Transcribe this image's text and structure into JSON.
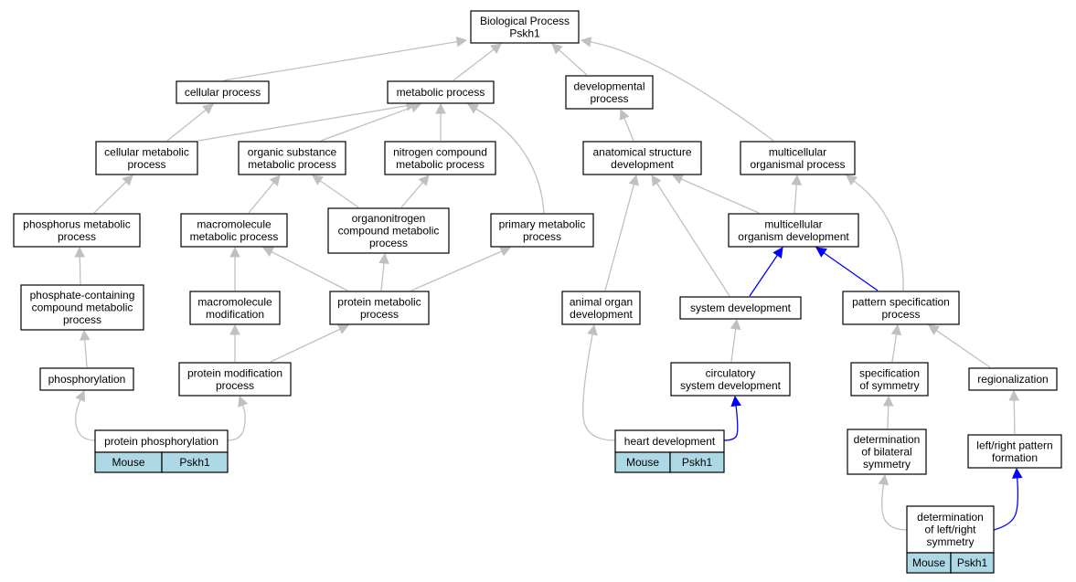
{
  "diagram": {
    "root": {
      "lines": [
        "Biological Process",
        "Pskh1"
      ]
    },
    "nodes": {
      "cellular_process": [
        "cellular process"
      ],
      "metabolic_process": [
        "metabolic process"
      ],
      "developmental_process": [
        "developmental",
        "process"
      ],
      "cellular_metabolic_process": [
        "cellular metabolic",
        "process"
      ],
      "organic_substance_metabolic_process": [
        "organic substance",
        "metabolic process"
      ],
      "nitrogen_compound_metabolic_process": [
        "nitrogen compound",
        "metabolic process"
      ],
      "anatomical_structure_development": [
        "anatomical structure",
        "development"
      ],
      "multicellular_organismal_process": [
        "multicellular",
        "organismal process"
      ],
      "phosphorus_metabolic_process": [
        "phosphorus metabolic",
        "process"
      ],
      "macromolecule_metabolic_process": [
        "macromolecule",
        "metabolic process"
      ],
      "organonitrogen_compound_metabolic_process": [
        "organonitrogen",
        "compound metabolic",
        "process"
      ],
      "primary_metabolic_process": [
        "primary metabolic",
        "process"
      ],
      "multicellular_organism_development": [
        "multicellular",
        "organism development"
      ],
      "phosphate_containing_compound_metabolic_process": [
        "phosphate-containing",
        "compound metabolic",
        "process"
      ],
      "macromolecule_modification": [
        "macromolecule",
        "modification"
      ],
      "protein_metabolic_process": [
        "protein metabolic",
        "process"
      ],
      "animal_organ_development": [
        "animal organ",
        "development"
      ],
      "system_development": [
        "system development"
      ],
      "pattern_specification_process": [
        "pattern specification",
        "process"
      ],
      "phosphorylation": [
        "phosphorylation"
      ],
      "protein_modification_process": [
        "protein modification",
        "process"
      ],
      "circulatory_system_development": [
        "circulatory",
        "system development"
      ],
      "specification_of_symmetry": [
        "specification",
        "of symmetry"
      ],
      "regionalization": [
        "regionalization"
      ],
      "determination_of_bilateral_symmetry": [
        "determination",
        "of bilateral",
        "symmetry"
      ],
      "left_right_pattern_formation": [
        "left/right pattern",
        "formation"
      ]
    },
    "leaves": {
      "protein_phosphorylation": {
        "lines": [
          "protein phosphorylation"
        ],
        "species": "Mouse",
        "gene": "Pskh1"
      },
      "heart_development": {
        "lines": [
          "heart development"
        ],
        "species": "Mouse",
        "gene": "Pskh1"
      },
      "determination_of_left_right_symmetry": {
        "lines": [
          "determination",
          "of left/right",
          "symmetry"
        ],
        "species": "Mouse",
        "gene": "Pskh1"
      }
    }
  },
  "colors": {
    "background": "#ffffff",
    "node_border": "#000000",
    "annotation_cell": "#add8e6",
    "edge_default": "#c0c0c0",
    "edge_highlight": "#0000ff"
  }
}
